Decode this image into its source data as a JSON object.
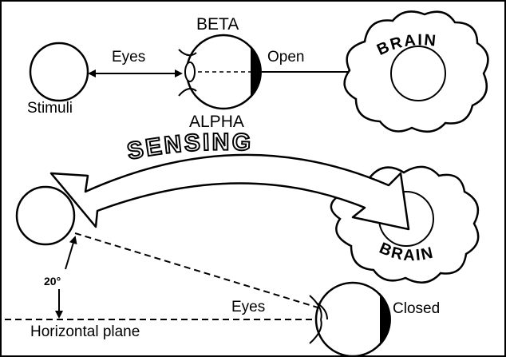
{
  "labels": {
    "beta": "BETA",
    "alpha": "ALPHA",
    "eyes_top": "Eyes",
    "open": "Open",
    "stimuli": "Stimuli",
    "brain_top": "BRAIN",
    "sensing": "SENSING",
    "brain_bottom": "BRAIN",
    "angle": "20°",
    "eyes_bottom": "Eyes",
    "closed": "Closed",
    "horizontal_plane": "Horizontal plane"
  }
}
